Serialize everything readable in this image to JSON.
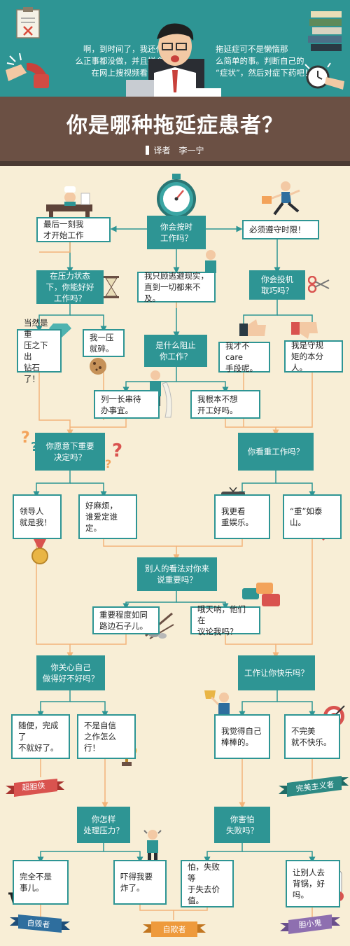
{
  "header": {
    "speech_left": [
      "啊，到时间了，我还什",
      "么正事都没做，并且拼命",
      "在网上搜视频看……"
    ],
    "speech_right": [
      "拖延症可不是懒惰那",
      "么简单的事。判断自己的",
      "“症状”，然后对症下药吧！"
    ],
    "title": "你是哪种拖延症患者？",
    "translator": "译者　李一宁"
  },
  "flow": {
    "q_ontime": "你会按时\n工作吗？",
    "a_last_minute": "最后一刻我\n才开始工作",
    "a_deadline": "必须遵守时限！",
    "q_pressure": "在压力状态\n下，你能好好\n工作吗？",
    "a_escape": "我只顾逃避现实，\n直到一切都来不及。",
    "q_opportunist": "你会投机\n取巧吗？",
    "a_diamond": "当然是重\n压之下出\n钻石了！",
    "a_crumble": "我一压\n就碎。",
    "q_what_stops": "是什么阻止\n你工作？",
    "a_no_care": "我才不care\n手段呢。",
    "a_rules": "我是守规\n矩的本分人。",
    "a_list": "列一长串待\n办事宜。",
    "a_dont_want": "我根本不想\n开工好吗。",
    "q_decide": "你愿意下重要\n决定吗？",
    "q_important": "你看重工作吗？",
    "a_leader": "领导人\n就是我！",
    "a_trouble": "好麻烦，\n谁爱定谁定。",
    "a_entertain": "我更看\n重娱乐。",
    "a_taishan": "“重”如泰山。",
    "q_others": "别人的看法对你来\n说重要吗？",
    "a_pebble": "重要程度如同\n路边石子儿。",
    "a_talk": "哦天呐，他们在\n议论我吗？",
    "q_care_well": "你关心自己\n做得好不好吗？",
    "q_happy": "工作让你快乐吗？",
    "a_casual": "随便，完成了\n不就好了。",
    "a_confident": "不是自信\n之作怎么行！",
    "a_awesome": "我觉得自己\n棒棒的。",
    "a_imperfect": "不完美\n就不快乐。",
    "q_stress": "你怎样\n处理压力？",
    "q_fail": "你害怕\n失败吗？",
    "a_nothing": "完全不是\n事儿。",
    "a_explode": "吓得我要\n炸了。",
    "a_worth": "怕，失败等\n于失去价\n值。",
    "a_blame": "让别人去\n背锅，好吗。"
  },
  "results": {
    "bold": "超胆侠",
    "perfectionist": "完美主义者",
    "self_destroyer": "自毁者",
    "self_deceiver": "自欺者",
    "coward": "胆小鬼"
  },
  "colors": {
    "teal": "#2e9594",
    "background": "#f8eed6",
    "arrow": "#f2b47a",
    "ribbon_red": "#d9534f",
    "ribbon_teal": "#2e8a84",
    "ribbon_purple": "#8e6fb0",
    "ribbon_orange": "#ee9a3c",
    "desk": "#6b5044"
  }
}
